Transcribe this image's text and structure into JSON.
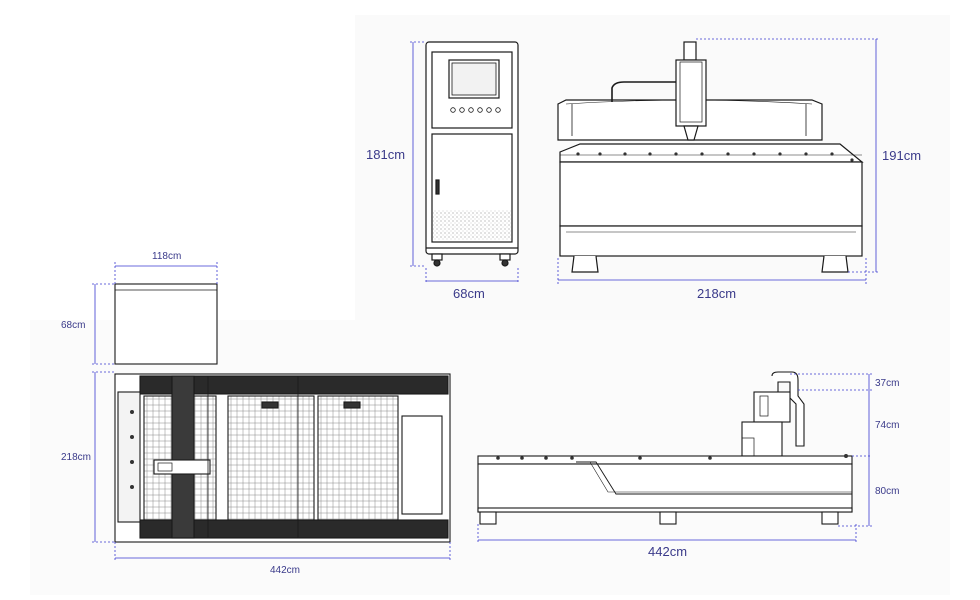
{
  "dimensions": {
    "cabinet_height": "181cm",
    "cabinet_width": "68cm",
    "front_width": "218cm",
    "front_height": "191cm",
    "box_width": "118cm",
    "box_height": "68cm",
    "top_depth": "218cm",
    "top_length": "442cm",
    "side_head_top": "37cm",
    "side_head_mid": "74cm",
    "side_base": "80cm",
    "side_length": "442cm"
  },
  "colors": {
    "dimension_line": "#3a3ad0",
    "dimension_text": "#3a3a8a",
    "machine_line": "#1a1a1a",
    "panel_fill": "#f7f7f7"
  }
}
